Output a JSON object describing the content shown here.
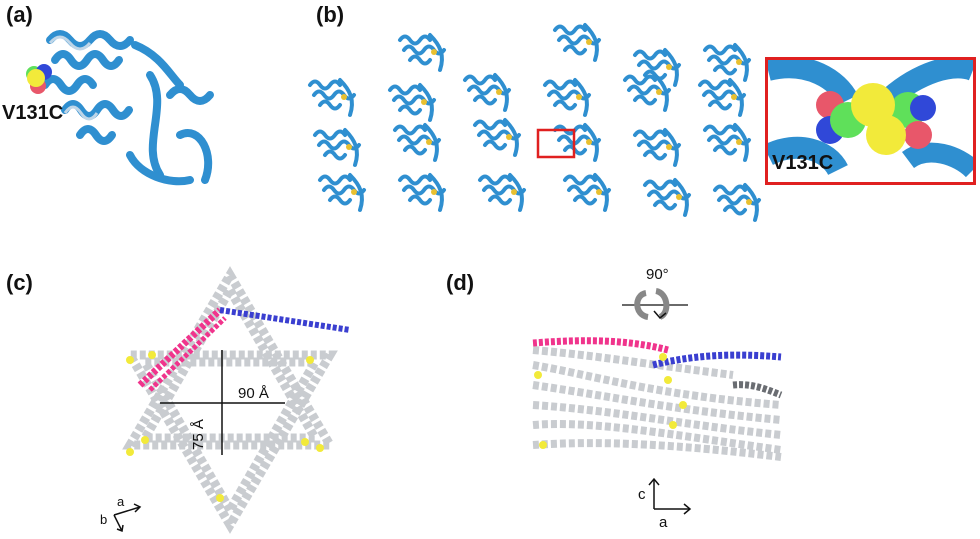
{
  "panels": {
    "a": {
      "label": "(a)",
      "mutation": "V131C"
    },
    "b": {
      "label": "(b)",
      "inset_mutation": "V131C"
    },
    "c": {
      "label": "(c)",
      "horizontal_dimension": "90 Å",
      "vertical_dimension": "75 Å",
      "axis_a": "a",
      "axis_b": "b"
    },
    "d": {
      "label": "(d)",
      "rotation": "90°",
      "axis_c": "c",
      "axis_a": "a"
    }
  },
  "colors": {
    "protein_blue": "#2f8fd0",
    "sphere_yellow": "#f2ea3a",
    "sphere_green": "#5fe05a",
    "sphere_red": "#e8576a",
    "sphere_blue": "#3048d8",
    "highlight_red": "#e02020",
    "helix_pink": "#f0348c",
    "helix_blue": "#3a3fd0",
    "helix_grey": "#c9ccd0"
  }
}
